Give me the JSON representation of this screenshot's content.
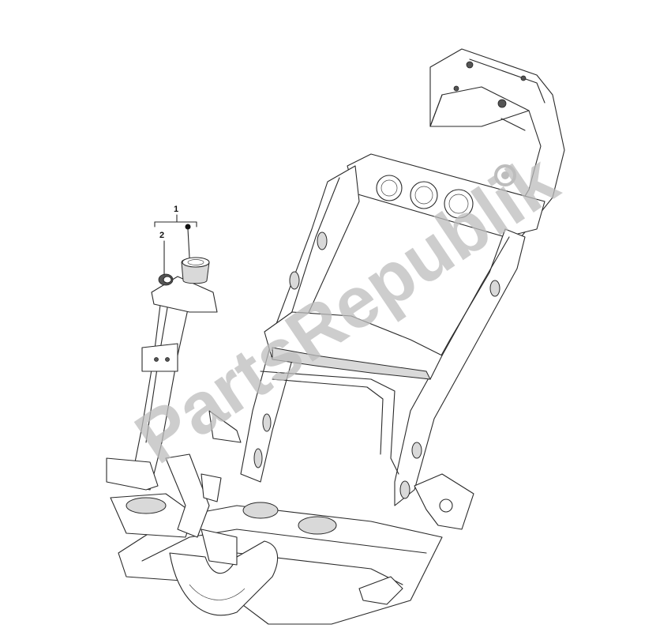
{
  "callouts": {
    "part_1": "1",
    "part_2": "2"
  },
  "watermark": {
    "text": "PartsRepublik",
    "color": "#bdbdbd"
  },
  "colors": {
    "line": "#2a2a2a",
    "background": "#ffffff"
  }
}
